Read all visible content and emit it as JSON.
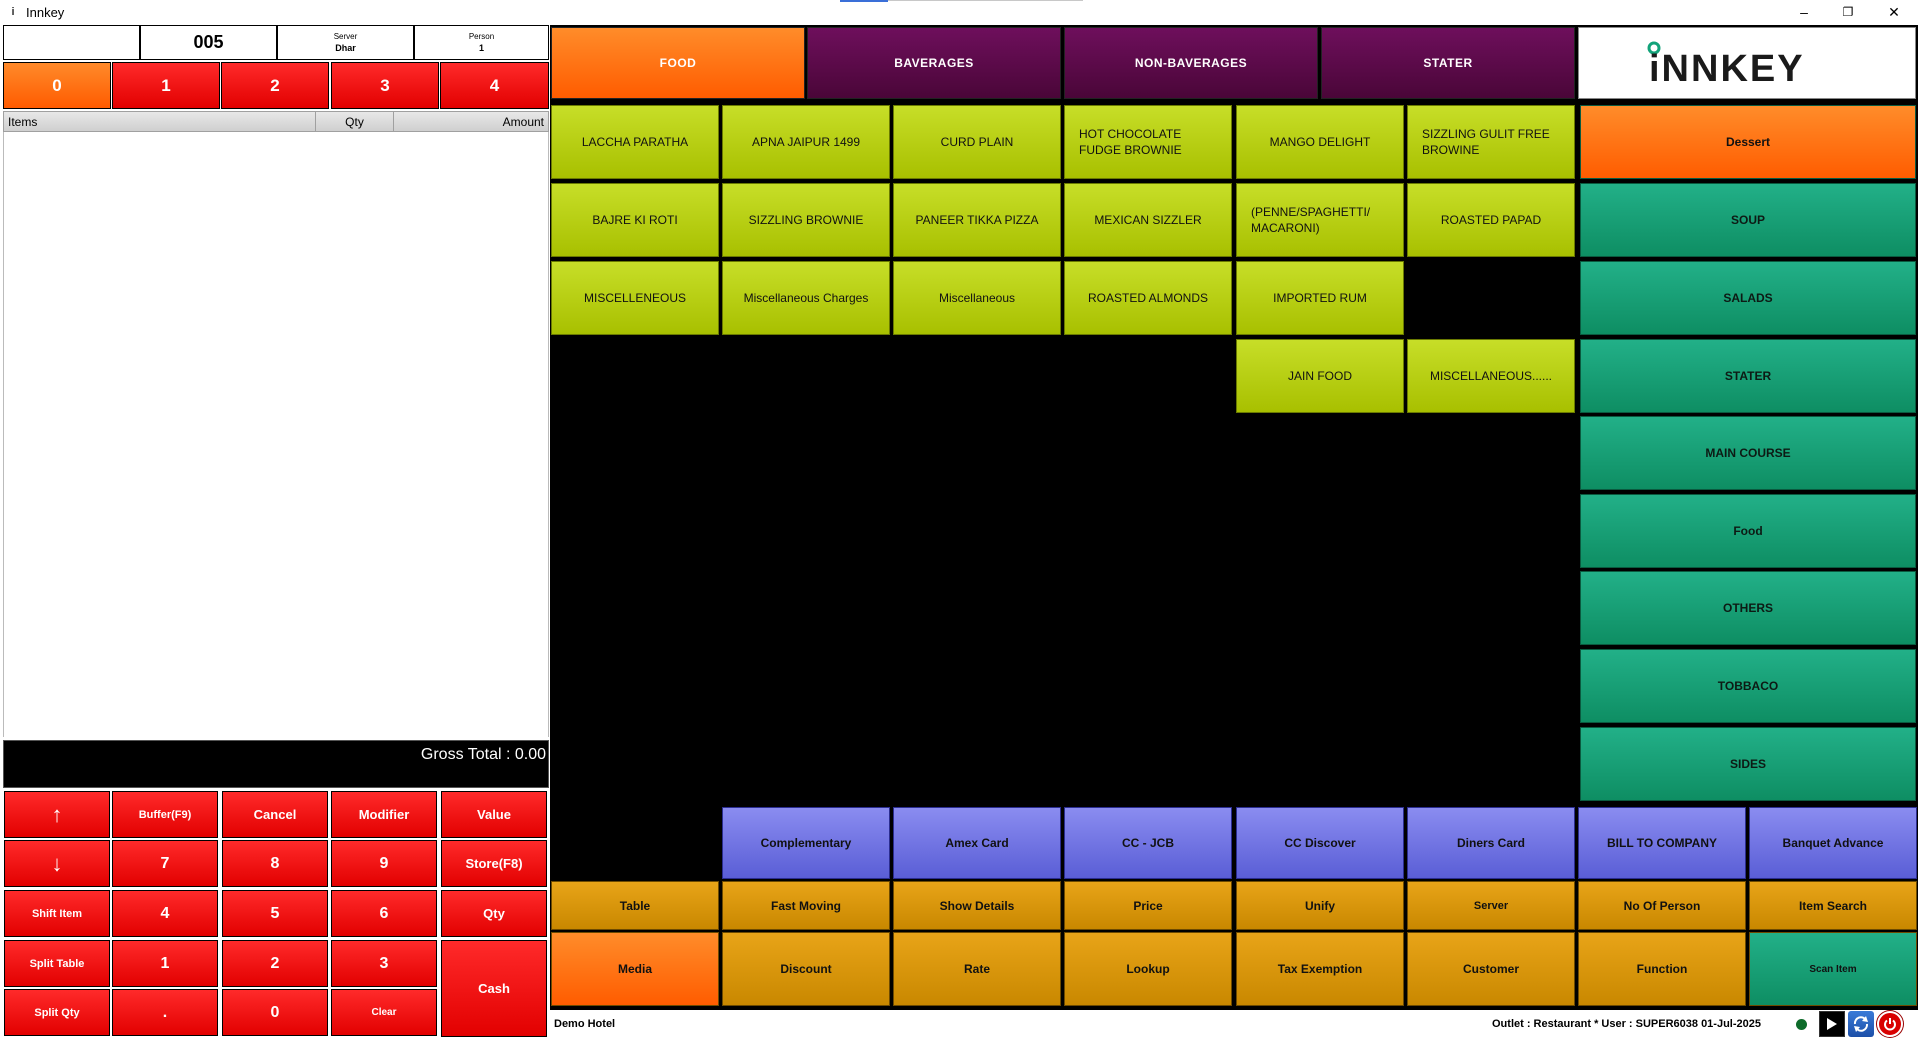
{
  "window": {
    "title": "Innkey",
    "app_icon": "i",
    "minimize": "–",
    "restore": "❐",
    "close": "✕"
  },
  "header": {
    "blank": "",
    "bill_no": "005",
    "server_label": "Server",
    "server_value": "Dhar",
    "person_label": "Person",
    "person_value": "1"
  },
  "slots": [
    "0",
    "1",
    "2",
    "3",
    "4"
  ],
  "items_table": {
    "col_items": "Items",
    "col_qty": "Qty",
    "col_amount": "Amount"
  },
  "gross_total": "Gross Total : 0.00",
  "keypad": {
    "up": "↑",
    "down": "↓",
    "buffer": "Buffer(F9)",
    "cancel": "Cancel",
    "modifier": "Modifier",
    "value": "Value",
    "n7": "7",
    "n8": "8",
    "n9": "9",
    "store": "Store(F8)",
    "shift_item": "Shift Item",
    "n4": "4",
    "n5": "5",
    "n6": "6",
    "qty": "Qty",
    "split_table": "Split Table",
    "n1": "1",
    "n2": "2",
    "n3": "3",
    "cash": "Cash",
    "split_qty": "Split Qty",
    "dot": ".",
    "n0": "0",
    "clear": "Clear"
  },
  "categories": [
    "FOOD",
    "BAVERAGES",
    "NON-BAVERAGES",
    "STATER"
  ],
  "logo": {
    "text": "iNNKEY",
    "color": "#1a1a1a",
    "dot_color": "#12a37a"
  },
  "items": {
    "r1": [
      "LACCHA PARATHA",
      "APNA JAIPUR 1499",
      "CURD PLAIN",
      "HOT CHOCOLATE FUDGE BROWNIE",
      "MANGO DELIGHT",
      "SIZZLING GULIT FREE BROWINE"
    ],
    "r2": [
      "BAJRE KI ROTI",
      "SIZZLING BROWNIE",
      "PANEER TIKKA PIZZA",
      "MEXICAN SIZZLER",
      "(PENNE/SPAGHETTI/ MACARONI)",
      "ROASTED PAPAD"
    ],
    "r3": [
      "MISCELLENEOUS",
      "Miscellaneous Charges",
      "Miscellaneous",
      "ROASTED ALMONDS",
      "IMPORTED RUM"
    ],
    "r4": [
      "JAIN FOOD",
      "MISCELLANEOUS......"
    ]
  },
  "groups": [
    "Dessert",
    "SOUP",
    "SALADS",
    "STATER",
    "MAIN COURSE",
    "Food",
    "OTHERS",
    "TOBBACO",
    "SIDES"
  ],
  "payments": [
    "Complementary",
    "Amex Card",
    "CC - JCB",
    "CC Discover",
    "Diners Card",
    "BILL TO COMPANY",
    "Banquet Advance"
  ],
  "functions_row1": [
    "Table",
    "Fast Moving",
    "Show Details",
    "Price",
    "Unify",
    "Server",
    "No Of Person",
    "Item Search"
  ],
  "functions_row2": [
    "Media",
    "Discount",
    "Rate",
    "Lookup",
    "Tax Exemption",
    "Customer",
    "Function",
    "Scan Item"
  ],
  "status": {
    "hotel": "Demo Hotel",
    "info": "Outlet : Restaurant   * User : SUPER6038   01-Jul-2025"
  },
  "colors": {
    "red_button": "#e20000",
    "orange_active": "#ff5c00",
    "purple_category": "#4a0638",
    "lime_item": "#a8c000",
    "teal_group": "#0e8e63",
    "blue_payment": "#5a5ed6",
    "gold_function": "#c98800"
  }
}
